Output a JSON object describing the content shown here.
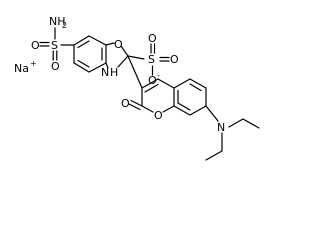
{
  "molecule": {
    "counterion": {
      "symbol": "Na",
      "charge": "+"
    },
    "sulfonamide": {
      "amine": "NH",
      "amine_sub": "2",
      "sulfur": "S",
      "o_top": "O",
      "o_bottom": "O"
    },
    "benzoxazole": {
      "oxygen": "O",
      "nh": "H",
      "n": "N"
    },
    "sulfonate": {
      "sulfur": "S",
      "o_top": "O",
      "o_right": "O",
      "o_minus": "O",
      "charge": "-"
    },
    "coumarin": {
      "carbonyl_o": "O",
      "ring_o": "O"
    },
    "amine": {
      "n": "N"
    }
  }
}
